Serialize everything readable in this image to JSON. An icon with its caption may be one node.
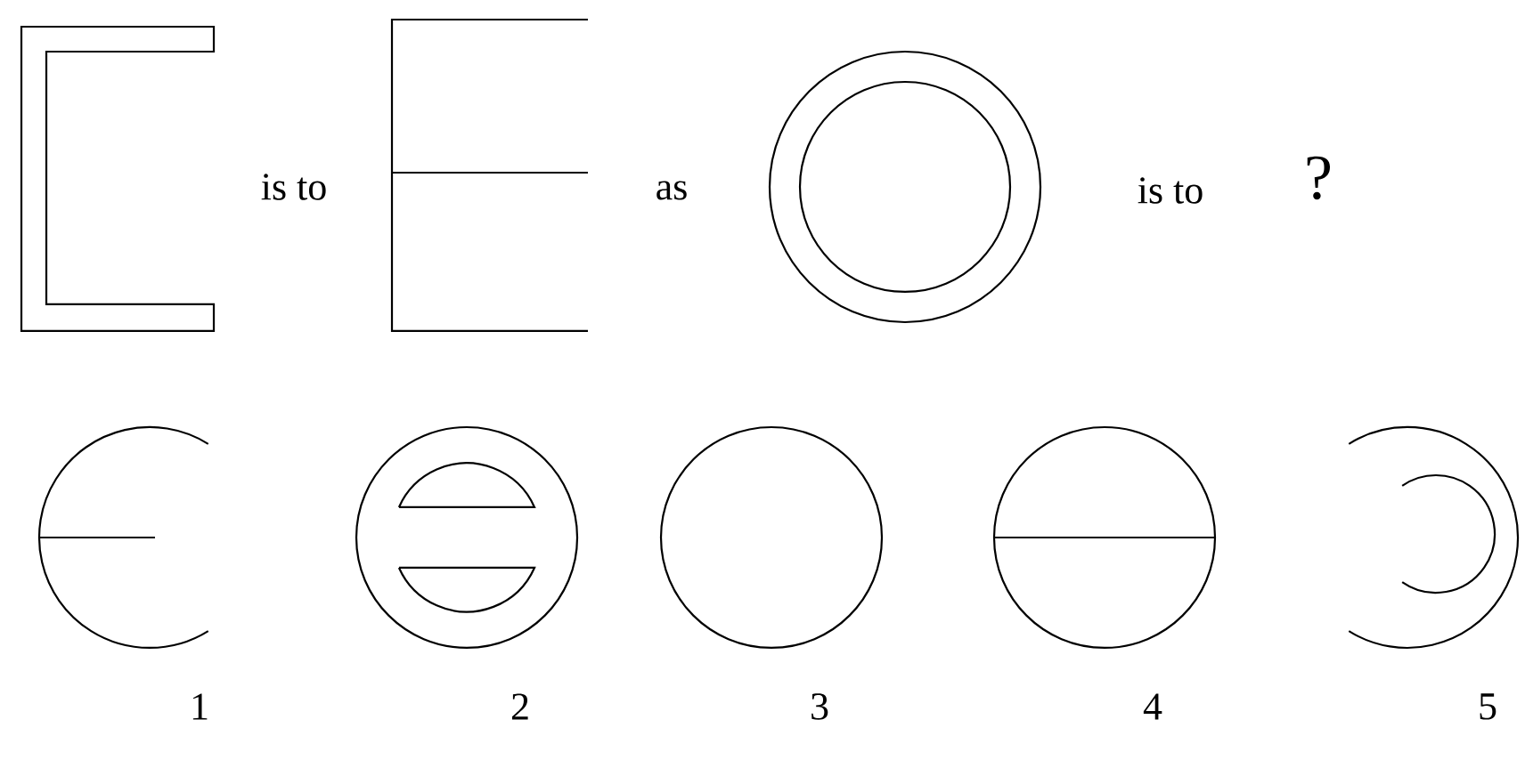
{
  "diagram": {
    "labels": [
      "is to",
      "as",
      "is to",
      "?",
      "1",
      "2",
      "3",
      "4",
      "5"
    ]
  }
}
